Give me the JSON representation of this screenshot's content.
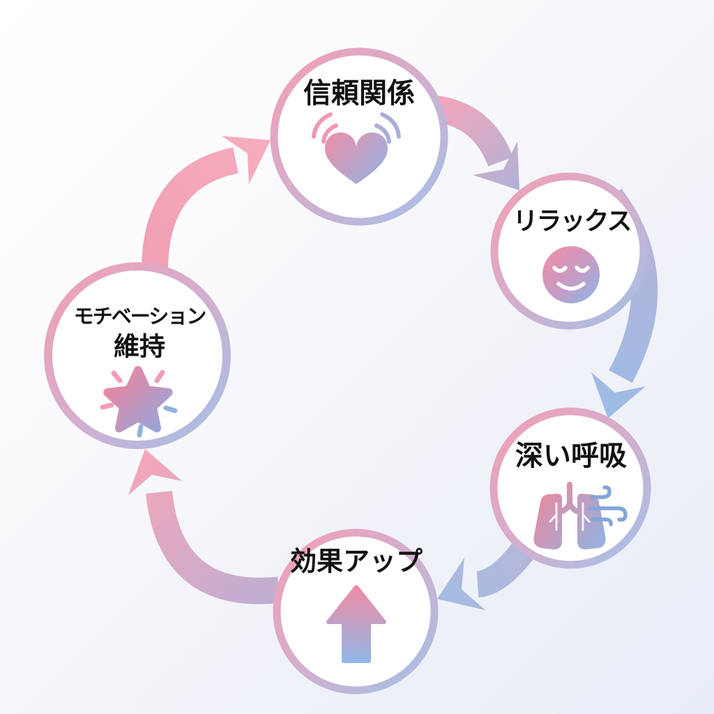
{
  "background": {
    "gradient_start": "#ffffff",
    "gradient_end": "#e8edf8"
  },
  "palette": {
    "pink": "#f2a0b5",
    "blue": "#9fbfe6",
    "text": "#121212",
    "node_fill": "#ffffff"
  },
  "cycle": {
    "direction": "clockwise",
    "nodes": [
      {
        "label": "信頼関係",
        "icon": "vibrating-heart-icon"
      },
      {
        "label": "リラックス",
        "icon": "relaxed-face-icon"
      },
      {
        "label": "深い呼吸",
        "icon": "lungs-breeze-icon"
      },
      {
        "label": "効果アップ",
        "icon": "up-arrow-icon"
      },
      {
        "label": "モチベーション維持",
        "label_line1": "モチベーション",
        "label_line2": "維持",
        "icon": "sparkle-star-icon"
      }
    ],
    "arrows": [
      {
        "from": "信頼関係",
        "to": "リラックス"
      },
      {
        "from": "リラックス",
        "to": "深い呼吸"
      },
      {
        "from": "深い呼吸",
        "to": "効果アップ"
      },
      {
        "from": "効果アップ",
        "to": "モチベーション維持"
      },
      {
        "from": "モチベーション維持",
        "to": "信頼関係"
      }
    ]
  }
}
